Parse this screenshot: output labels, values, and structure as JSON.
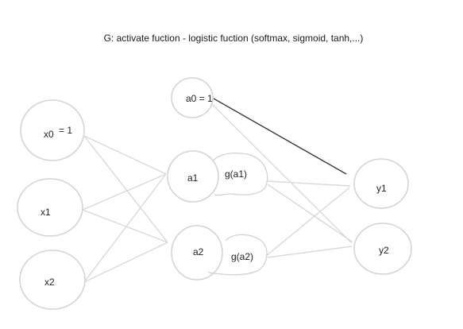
{
  "title": "G: activate fuction - logistic fuction (softmax, sigmoid, tanh,...)",
  "nodes": {
    "x0": "x0",
    "x0_eq": "= 1",
    "x1": "x1",
    "x2": "x2",
    "a0": "a0 = 1",
    "a1": "a1",
    "a2": "a2",
    "y1": "y1",
    "y2": "y2"
  },
  "activations": {
    "g_a1": "g(a1)",
    "g_a2": "g(a2)"
  },
  "colors": {
    "node_stroke": "#d4d4d4",
    "edge": "#d9d9d9",
    "highlight_edge": "#3a3a3a",
    "text": "#222222"
  }
}
